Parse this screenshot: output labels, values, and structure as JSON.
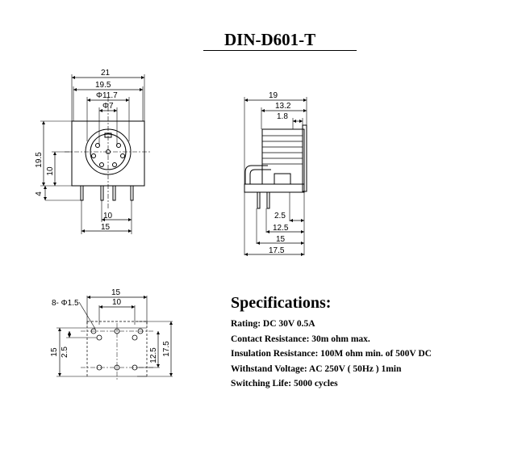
{
  "title": "DIN-D601-T",
  "front_view": {
    "dims": {
      "w21": "21",
      "w19_5": "19.5",
      "w11_7": "Φ11.7",
      "w7": "Φ7",
      "h19_5": "19.5",
      "h10": "10",
      "h4": "4",
      "p10": "10",
      "p15": "15"
    }
  },
  "side_view": {
    "dims": {
      "d19": "19",
      "d13_2": "13.2",
      "d1_8": "1.8",
      "d2_5": "2.5",
      "d12_5": "12.5",
      "d15": "15",
      "d17_5": "17.5"
    }
  },
  "pcb_layout": {
    "dims": {
      "holes": "8- Φ1.5",
      "w15": "15",
      "w10": "10",
      "h15": "15",
      "h2_5": "2.5",
      "h12_5": "12.5",
      "h17_5": "17.5"
    }
  },
  "specifications": {
    "heading": "Specifications:",
    "rating": "Rating: DC 30V 0.5A",
    "contact_resistance": "Contact Resistance:    30m ohm max.",
    "insulation_resistance": "Insulation Resistance: 100M ohm min. of 500V DC",
    "withstand_voltage": "Withstand Voltage: AC 250V ( 50Hz ) 1min",
    "switching_life": "Switching Life: 5000 cycles"
  }
}
